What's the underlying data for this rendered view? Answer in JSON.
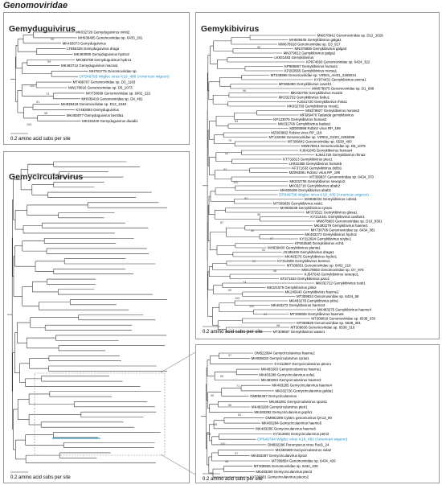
{
  "figure_title": "Genomoviridae",
  "panels": {
    "gemyduguivirus": {
      "title": "Gemyduguivirus",
      "scale_label": "0.2 amino acid subs per site",
      "highlight": "OP549795 Wigfec virus K19_488 (American wigeon)",
      "tips": [
        "MK032726 Gemyduguivirus minti2",
        "MH939405 Genomoviridae sp. 6433_261",
        "MK483073 Gemyduguivirus",
        "LT855425 Gemyduguivirus draga",
        "MK483080 Gemyduguivirus hydro2",
        "MK483708 Gemyduguivirus hydro1",
        "MK483712 Gemyduguivirus macna1",
        "MH781775 Genomoviridae sp.",
        "MT489767 Genomoviridae sp. D3_1163",
        "MW178816 Genomoviridae sp. D5_1073",
        "MH730689 Genomoviridae sp. 6402_222",
        "MH939419 Genomoviridae sp. D4_491",
        "MH939418 Genomoviridae sp. D12_1048",
        "KY483083 Gemyduguivirus",
        "MK483077 Gemyduguivirus bentila1",
        "MK433240 Gemyduguivirus diuadi1"
      ],
      "supports": [
        "99",
        "99",
        "100",
        "73",
        "91",
        "98",
        "100"
      ]
    },
    "gemykibivirus": {
      "title": "Gemykibivirus",
      "scale_label": "0.2 amino acid subs per site",
      "highlight": "OP549796 Wigfec virus K19_435 (American wigeon)",
      "tips": [
        "MW678942 Genomoviridae sp. D12_1029",
        "MH939405 Gemykibivirus galga1",
        "MW678918 Genomoviridae sp. D3_917",
        "MN379806 Gemykibivirus galga3",
        "MN379612 Gemykibivirus galga2",
        "LK931483 Gemykibivirus",
        "KP974693 Genomoviridae sp. 6424_322",
        "KP986867 Gemykibivirus humas1",
        "KP263565 Gemykibivirus morsa1",
        "MT348969 Genomoviridae sp. VIRES_AH01_2265034",
        "KY974431 Gemykibivirus anima1",
        "MF669480 Gemykibivirus cowch1",
        "MW678975 Genomoviridae sp. D1_688",
        "MK032706 Gemykibivirus mouti2",
        "MK032702 Gemykibivirus babu1",
        "KJ641720 Gemykibivirus rhina1",
        "MK032709 Gemykibivirus mouti1",
        "MN379607 Gemykibivirus humas2",
        "MF669476 Tadarida gemykibivirus",
        "KP133075 Gemykibivirus humas3",
        "MK032706 Gemykibivirus badas1",
        "MZ093896 Robinz virus RP_198",
        "MZ093882 Robinz virus RP_118",
        "MT133456 Genomoviridae sp. VIRES_GX03_2265098",
        "MT309842 Genomoviridae sp. 6538_400",
        "MW678914 Genomoviridae sp. D5_1078",
        "KJ641645 Gemykibivirus humas4",
        "KJ641725 Gemykibivirus rhina2",
        "KT732813 Gemykibivirus pteo1",
        "LK931485 Gemykibivirus humas5",
        "KF371633 Gemykibivirus dolbi1",
        "MZ093891 Robinz virus RP_199",
        "MT309837 Genomoviridae sp. 6434_370",
        "MK032705 Gemykibivirus sewopo2",
        "MK032710 Gemykibivirus abab2",
        "MH939408 Gemykibivirus abab1",
        "MH939432 Gemykibivirus cobra1",
        "MT309836 Gemykibivirus rask1",
        "MH939438 Gemykibivirus cyras1",
        "MF372521 Gemykibivirus glasa1",
        "KY214441 Gemykibivirus canfam1",
        "MW678903 Genomoviridae sp. D10_9391",
        "MK483279 Gemykibivirus haeme1",
        "MH730706 Genomoviridae sp. 6434_381",
        "MK483273 Gemykibivirus hydro2",
        "KY312604 Gemykibivirus soybe1",
        "KP263560 Gemykibivirus echi1",
        "MH939400 Gemykibivirus planta1",
        "JX185429 Gemykibivirus draga1",
        "MK483276 Gemykibivirus hydro1",
        "KY312605 Gemykibivirus bemto1",
        "MT309831 Genomoviridae sp. 6402_219",
        "MW178903 Genomoviridae sp. D7_975",
        "KJ547643 Gemykibivirus sewopo1",
        "KF371634 Gemykibivirus paro1",
        "MK032722 Gemykibivirus tuoti1",
        "MK321675 Gemykibivirus pitis2",
        "MK245640 Gemykibivirus haeme2",
        "MT309824 Genomoviridae sp. 6434_58",
        "MK483278 Gemykibivirus pitis1",
        "MK483272 Gemykibivirus haeme3",
        "MK483275 Gemykibivirus haeme4",
        "MT309828 Gemykibivirus haeme5",
        "MT309819 Genomoviridae sp. 6538_333",
        "MT309829 Genomoviridae sp. 6538_301",
        "MT309836 Genomoviridae sp. 6538_316",
        "MT309857 Gemykibivirus waste1"
      ],
      "supports": [
        "99",
        "96",
        "84",
        "75",
        "83",
        "93",
        "100",
        "94",
        "98",
        "87",
        "90",
        "97",
        "81",
        "91",
        "98",
        "74",
        "100",
        "100",
        "91",
        "98",
        "99"
      ]
    },
    "gemycircularvirus": {
      "title": "Gemycircularvirus",
      "scale_label": "0.2 amino acid subs per site",
      "inset_scale_label": "0.2 amino acid subs per site",
      "highlight": "OP549794 Wigfec virus K19_482 (American wigeon)",
      "inset_tips": [
        "OM522994 Gemycircularvirus haeme2",
        "MH939432 Gemycircularvirus cyras1",
        "KY312607 Gemycircularvirus pteoro",
        "MK483283 Gemycircularvirus haeme1",
        "MK483288 Gemycircularvirus sola1",
        "MK483284 Gemycircularvirus haeme3",
        "MK483285 Gemycircularvirus haeme4",
        "MK032726 Gemycircularvirus gelda1",
        "OM892297 Gemycircularvirus",
        "MK483291 Gemycircularvirus opunt1",
        "MK483280 Gemycircularvirus pteri1",
        "MK483292 Gemycircularvirus gopfo1",
        "OM892299 Cybtec genomovirus QA13_90",
        "MK483284 Gemycircularvirus haeme5",
        "MK483286 Gemycircularvirus haeme6",
        "KY312603 Gemycircularvirus pteri2",
        "OM892296 Peromyscus virus Rod1_24",
        "MK483289 Gemycircularvirus sola2",
        "MK483287 Gemycircularvirus lipra2",
        "MT309854 Genomoviridae sp. 6434_426",
        "MT309836 Genomoviridae sp. 6434_439",
        "MK483290 Gemycircularvirus pteri3",
        "KY732801 Gemycircularvirus pteoro2"
      ],
      "supports": [
        "97",
        "99",
        "71",
        "95",
        "89",
        "83",
        "99",
        "98",
        "100",
        "97",
        "96"
      ]
    }
  },
  "colors": {
    "highlight": "#1a8fc6",
    "branch": "#333333",
    "border": "#999999",
    "dashed": "#888888"
  }
}
